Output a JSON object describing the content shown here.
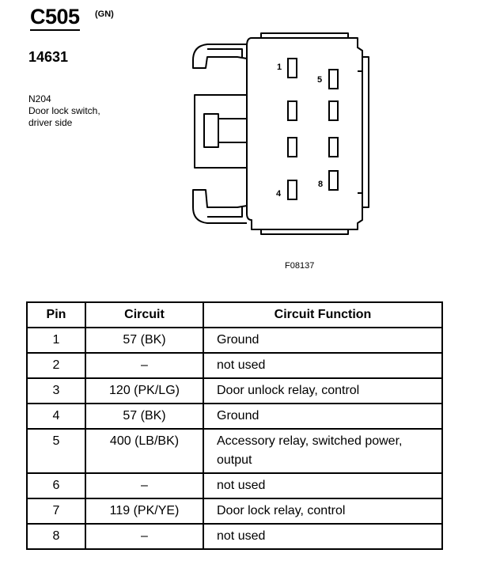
{
  "header": {
    "connector_id": "C505",
    "connector_color": "(GN)",
    "part_number": "14631",
    "description": [
      "N204",
      "Door lock switch,",
      "driver side"
    ]
  },
  "figure": {
    "figure_id": "F08137",
    "pin_labels": [
      "1",
      "5",
      "4",
      "8"
    ]
  },
  "table": {
    "headers": {
      "pin": "Pin",
      "circuit": "Circuit",
      "function": "Circuit Function"
    },
    "rows": [
      {
        "pin": "1",
        "circuit": "57 (BK)",
        "function": "Ground"
      },
      {
        "pin": "2",
        "circuit": "–",
        "function": "not used"
      },
      {
        "pin": "3",
        "circuit": "120 (PK/LG)",
        "function": "Door unlock relay, control"
      },
      {
        "pin": "4",
        "circuit": "57 (BK)",
        "function": "Ground"
      },
      {
        "pin": "5",
        "circuit": "400 (LB/BK)",
        "function": "Accessory relay, switched power, output"
      },
      {
        "pin": "6",
        "circuit": "–",
        "function": "not used"
      },
      {
        "pin": "7",
        "circuit": "119 (PK/YE)",
        "function": "Door lock relay, control"
      },
      {
        "pin": "8",
        "circuit": "–",
        "function": "not used"
      }
    ]
  }
}
